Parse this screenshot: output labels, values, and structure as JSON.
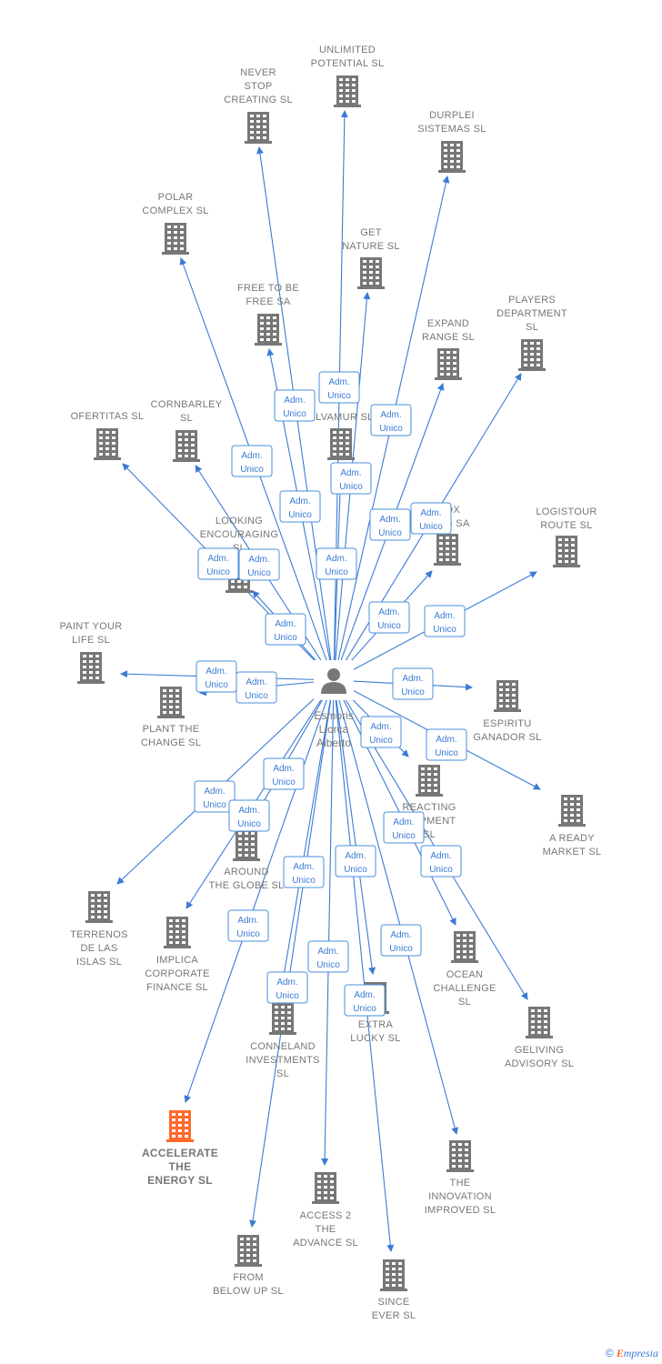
{
  "center": {
    "name": [
      "Esmoris",
      "Llorca",
      "Alberto"
    ],
    "icon": "person-icon"
  },
  "edge_label": [
    "Adm.",
    "Unico"
  ],
  "colors": {
    "edge": "#3a7bd5",
    "building": "#777777",
    "highlight": "#ff6a2b"
  },
  "nodes": [
    {
      "id": "unlimited",
      "label": [
        "UNLIMITED",
        "POTENTIAL  SL"
      ]
    },
    {
      "id": "never",
      "label": [
        "NEVER",
        "STOP",
        "CREATING  SL"
      ]
    },
    {
      "id": "durplei",
      "label": [
        "DURPLEI",
        "SISTEMAS  SL"
      ]
    },
    {
      "id": "polar",
      "label": [
        "POLAR",
        "COMPLEX  SL"
      ]
    },
    {
      "id": "getnature",
      "label": [
        "GET",
        "NATURE  SL"
      ]
    },
    {
      "id": "free",
      "label": [
        "FREE TO BE",
        "FREE SA"
      ]
    },
    {
      "id": "players",
      "label": [
        "PLAYERS",
        "DEPARTMENT",
        "SL"
      ]
    },
    {
      "id": "expand",
      "label": [
        "EXPAND",
        "RANGE  SL"
      ]
    },
    {
      "id": "ofertitas",
      "label": [
        "OFERTITAS  SL"
      ]
    },
    {
      "id": "cornbarley",
      "label": [
        "CORNBARLEY",
        "SL"
      ]
    },
    {
      "id": "alvamur",
      "label": [
        "ALVAMUR  SL"
      ]
    },
    {
      "id": "inox",
      "label": [
        "INOX",
        "...ING SA"
      ]
    },
    {
      "id": "logistour",
      "label": [
        "LOGISTOUR",
        "ROUTE  SL"
      ]
    },
    {
      "id": "looking",
      "label": [
        "LOOKING",
        "ENCOURAGING",
        "SL"
      ]
    },
    {
      "id": "paint",
      "label": [
        "PAINT YOUR",
        "LIFE  SL"
      ]
    },
    {
      "id": "plant",
      "label": [
        "PLANT THE",
        "CHANGE  SL"
      ]
    },
    {
      "id": "espiritu",
      "label": [
        "ESPIRITU",
        "GANADOR SL"
      ]
    },
    {
      "id": "reacting",
      "label": [
        "REACTING",
        "...OPMENT",
        "SL"
      ]
    },
    {
      "id": "aready",
      "label": [
        "A READY",
        "MARKET  SL"
      ]
    },
    {
      "id": "around",
      "label": [
        "AROUND",
        "THE GLOBE  SL"
      ]
    },
    {
      "id": "terrenos",
      "label": [
        "TERRENOS",
        "DE LAS",
        "ISLAS  SL"
      ]
    },
    {
      "id": "implica",
      "label": [
        "IMPLICA",
        "CORPORATE",
        "FINANCE  SL"
      ]
    },
    {
      "id": "ocean",
      "label": [
        "OCEAN",
        "CHALLENGE",
        "SL"
      ]
    },
    {
      "id": "geliving",
      "label": [
        "GELIVING",
        "ADVISORY  SL"
      ]
    },
    {
      "id": "conneland",
      "label": [
        "CONNELAND",
        "INVESTMENTS",
        "SL"
      ]
    },
    {
      "id": "extralucky",
      "label": [
        "EXTRA",
        "LUCKY  SL"
      ]
    },
    {
      "id": "accelerate",
      "label": [
        "ACCELERATE",
        "THE",
        "ENERGY  SL"
      ],
      "highlight": true
    },
    {
      "id": "innovation",
      "label": [
        "THE",
        "INNOVATION",
        "IMPROVED  SL"
      ]
    },
    {
      "id": "access2",
      "label": [
        "ACCESS 2",
        "THE",
        "ADVANCE  SL"
      ]
    },
    {
      "id": "frombelow",
      "label": [
        "FROM",
        "BELOW UP  SL"
      ]
    },
    {
      "id": "since",
      "label": [
        "SINCE",
        "EVER  SL"
      ]
    }
  ],
  "footer": {
    "copyright": "©",
    "brand_e": "E",
    "brand_rest": "mpresia"
  }
}
